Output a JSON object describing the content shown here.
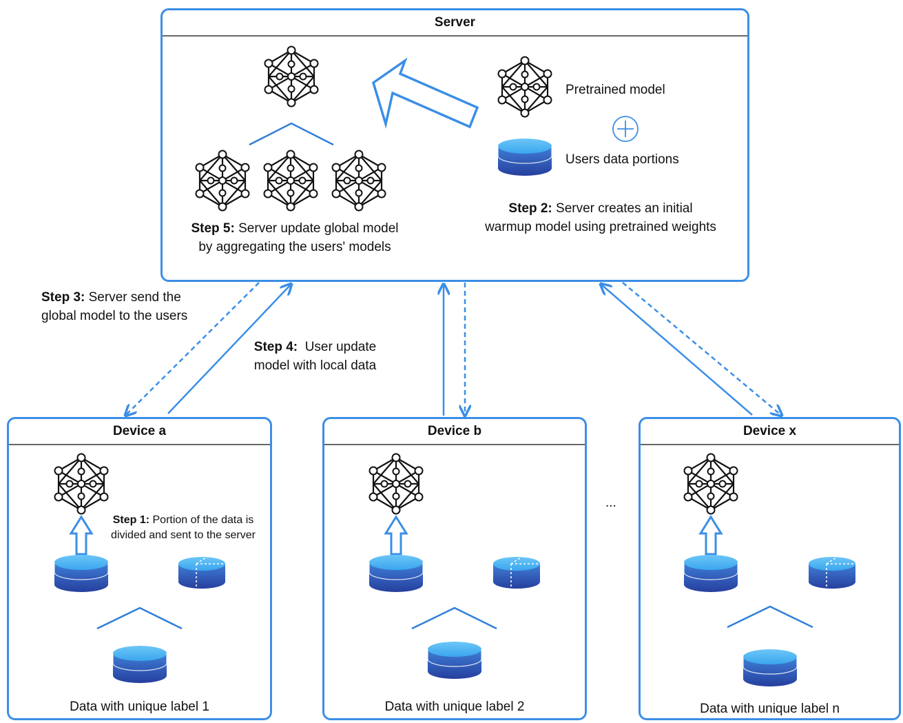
{
  "server": {
    "title": "Server",
    "pretrained_label": "Pretrained model",
    "users_data_label": "Users data portions"
  },
  "steps": {
    "step2": {
      "bold": "Step 2:",
      "line1": " Server creates an initial",
      "line2": "warmup model using pretrained weights"
    },
    "step5": {
      "bold": "Step 5:",
      "line1": " Server update global model",
      "line2": "by aggregating the users' models"
    },
    "step3": {
      "bold": "Step 3:",
      "line1": " Server send the",
      "line2": "global model to the users"
    },
    "step4": {
      "bold": "Step 4:",
      "line1": "  User update",
      "line2": "model with local data"
    },
    "step1": {
      "bold": "Step 1:",
      "line1": " Portion of the data is",
      "line2": "divided and sent to the server"
    }
  },
  "devices": [
    {
      "title": "Device a",
      "data_label": "Data with unique label 1"
    },
    {
      "title": "Device b",
      "data_label": "Data with unique label 2"
    },
    {
      "title": "Device x",
      "data_label": "Data with unique label n"
    }
  ],
  "ellipsis": "...",
  "icons": {
    "model": "neural-network-icon",
    "database": "database-icon",
    "plus": "plus-circle-icon",
    "upload_arrow": "up-arrow-icon"
  },
  "colors": {
    "accent": "#3b8ee6",
    "db_top": "#4fb3f2",
    "db_bottom": "#2b4db4"
  }
}
